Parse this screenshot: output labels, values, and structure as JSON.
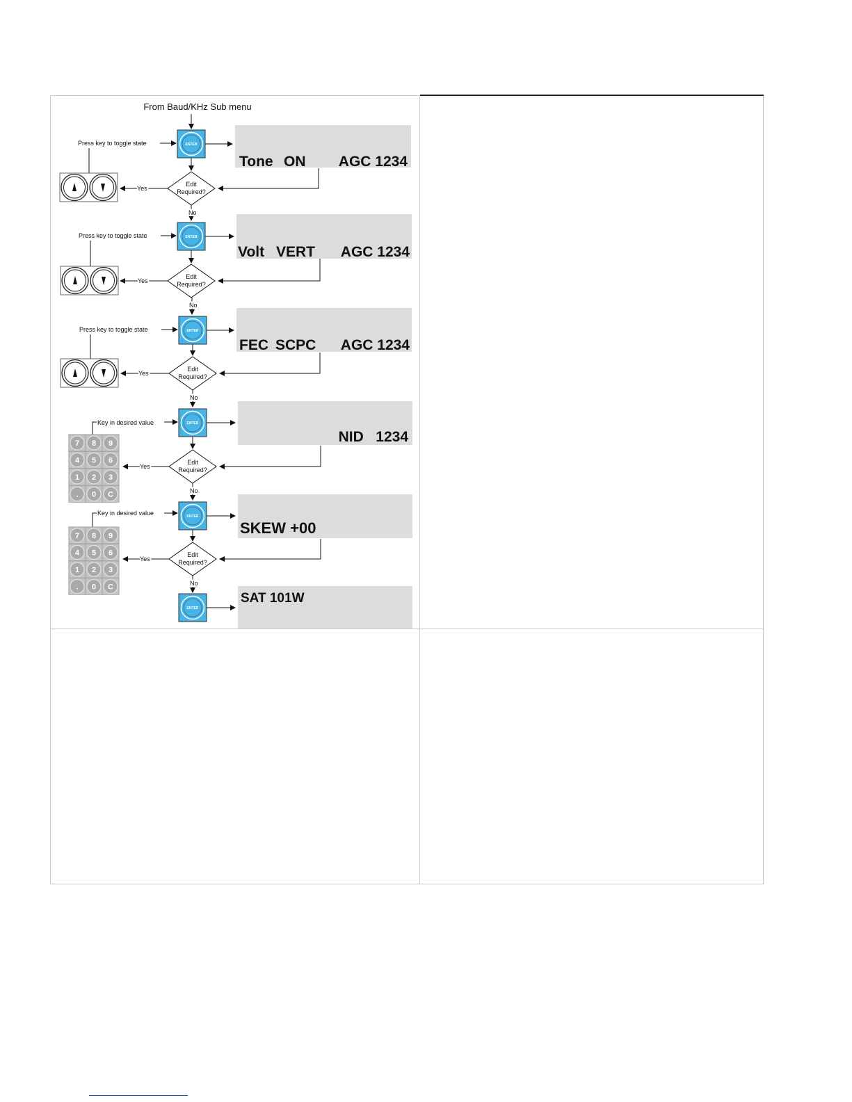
{
  "flow": {
    "start_label": "From Baud/KHz Sub menu",
    "enter_key": "ENTER",
    "decision": {
      "line1": "Edit",
      "line2": "Required?"
    },
    "yes": "Yes",
    "no": "No",
    "toggle_hint": "Press key to toggle state",
    "key_hint": "Key in desired value",
    "keypad": [
      "7",
      "8",
      "9",
      "4",
      "5",
      "6",
      "1",
      "2",
      "3",
      ".",
      "0",
      "C"
    ],
    "displays": [
      {
        "left": "Tone",
        "mid": "ON",
        "right": "AGC 1234"
      },
      {
        "left": "Volt",
        "mid": "VERT",
        "right": "AGC 1234"
      },
      {
        "left": "FEC",
        "mid": "SCPC",
        "right": "AGC 1234"
      },
      {
        "right": "NID   1234"
      },
      {
        "left": "SKEW +00"
      },
      {
        "top": "SAT 101W"
      }
    ]
  }
}
